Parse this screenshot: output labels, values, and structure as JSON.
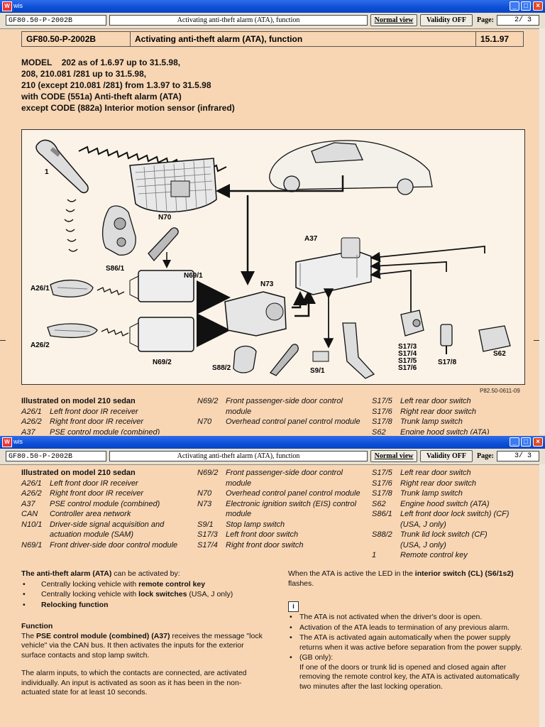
{
  "app_name": "wis",
  "windows": [
    {
      "doc_id": "GF80.50-P-2002B",
      "doc_title": "Activating anti-theft alarm (ATA), function",
      "normal_view": "Normal view",
      "validity": "Validity OFF",
      "page_label": "Page:",
      "page_value": "2/  3"
    },
    {
      "doc_id": "GF80.50-P-2002B",
      "doc_title": "Activating anti-theft alarm (ATA), function",
      "normal_view": "Normal view",
      "validity": "Validity OFF",
      "page_label": "Page:",
      "page_value": "3/  3"
    }
  ],
  "header": {
    "id": "GF80.50-P-2002B",
    "title": "Activating anti-theft alarm (ATA), function",
    "date": "15.1.97"
  },
  "model": {
    "line1_label": "MODEL",
    "line1": "202 as of 1.6.97 up to 31.5.98,",
    "line2": "208, 210.081 /281 up to 31.5.98,",
    "line3": "210 (except 210.081 /281) from 1.3.97 to 31.5.98",
    "line4": "with CODE (551a) Anti-theft alarm (ATA)",
    "line5": "except CODE (882a) Interior motion sensor (infrared)"
  },
  "figure": {
    "ref": "P82.50-0611-09",
    "labels": {
      "l1": "1",
      "n70": "N70",
      "a37": "A37",
      "s86_1": "S86/1",
      "n69_1": "N69/1",
      "a26_1": "A26/1",
      "n73": "N73",
      "a26_2": "A26/2",
      "n69_2": "N69/2",
      "s88_2": "S88/2",
      "s9_1": "S9/1",
      "s17_group": [
        "S17/3",
        "S17/4",
        "S17/5",
        "S17/6"
      ],
      "s17_8": "S17/8",
      "s62": "S62"
    }
  },
  "legend": {
    "heading": "Illustrated on model 210 sedan",
    "col1": [
      {
        "k": "A26/1",
        "v": "Left front door IR receiver"
      },
      {
        "k": "A26/2",
        "v": "Right front door IR receiver"
      },
      {
        "k": "A37",
        "v": "PSE control module (combined)"
      },
      {
        "k": "CAN",
        "v": "Controller area network"
      },
      {
        "k": "N10/1",
        "v": "Driver-side signal acquisition and actuation module (SAM)"
      },
      {
        "k": "N69/1",
        "v": "Front driver-side door control module"
      }
    ],
    "col2": [
      {
        "k": "N69/2",
        "v": "Front passenger-side door control module"
      },
      {
        "k": "N70",
        "v": "Overhead control panel control module"
      },
      {
        "k": "N73",
        "v": "Electronic ignition switch (EIS) control module"
      },
      {
        "k": "S9/1",
        "v": "Stop lamp switch"
      },
      {
        "k": "S17/3",
        "v": "Left front door switch"
      },
      {
        "k": "S17/4",
        "v": "Right front door switch"
      }
    ],
    "col3": [
      {
        "k": "S17/5",
        "v": "Left rear door switch"
      },
      {
        "k": "S17/6",
        "v": "Right rear door switch"
      },
      {
        "k": "S17/8",
        "v": "Trunk lamp switch"
      },
      {
        "k": "S62",
        "v": "Engine hood switch (ATA)"
      },
      {
        "k": "S86/1",
        "v": "Left front door lock switch) (CF)"
      },
      {
        "k": "",
        "v": "(USA, J only)"
      },
      {
        "k": "S88/2",
        "v": "Trunk lid lock switch (CF)"
      },
      {
        "k": "",
        "v": "(USA, J only)"
      },
      {
        "k": "1",
        "v": "Remote control key"
      }
    ]
  },
  "body": {
    "intro_a": "The anti-theft alarm (ATA)",
    "intro_b": " can be activated by:",
    "b1_a": "Centrally locking vehicle with ",
    "b1_b": "remote control key",
    "b2_a": "Centrally locking vehicle with ",
    "b2_b": "lock switches",
    "b2_c": " (USA, J only)",
    "b3": "Relocking function",
    "function_heading": "Function",
    "p1_a": "The ",
    "p1_b": "PSE control module (combined) (A37)",
    "p1_c": " receives the message \"lock vehicle\" via the CAN bus. It then activates the inputs for the exterior surface contacts and stop lamp switch.",
    "p2": "The alarm inputs, to which the contacts are connected, are activated individually. An input is activated as soon as it has been in the non-actuated state for at least 10 seconds.",
    "r1_a": "When the ATA is active the LED in the ",
    "r1_b": "interior switch (CL) (S6/1s2)",
    "r1_c": " flashes.",
    "info_icon": "i",
    "n1": "The ATA is not activated when the driver's door is open.",
    "n2": "Activation of the ATA leads to termination of any previous alarm.",
    "n3": "The ATA is activated again automatically when the power supply returns when it was active before separation from the power supply.",
    "n4": "(GB only):",
    "n4_text": "If one of the doors or trunk lid is opened and closed again after removing the remote control key, the ATA is activated automatically two minutes after the last locking operation."
  }
}
